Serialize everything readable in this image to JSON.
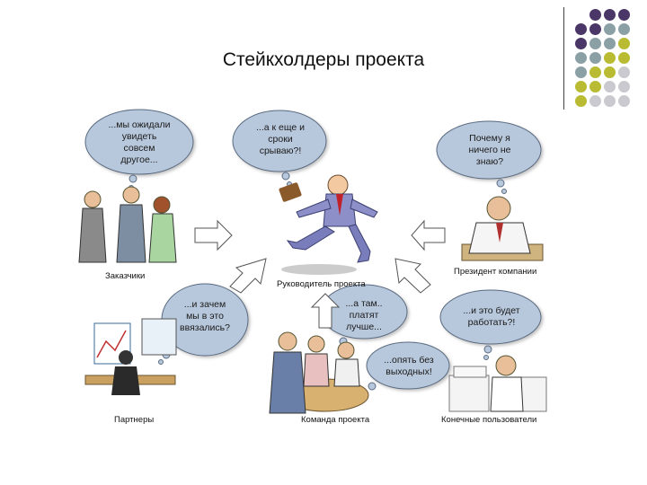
{
  "title": "Стейкхолдеры проекта",
  "palette": {
    "purple": "#4b3668",
    "gray": "#8aa0a4",
    "olive": "#b9bb33",
    "light": "#c9c9cf",
    "cloud": "#b8c8dc"
  },
  "bubbles": {
    "customers": [
      "...мы ожидали",
      "увидеть",
      "совсем",
      "другое..."
    ],
    "manager": [
      "...а к еще и",
      "сроки",
      "срываю?!"
    ],
    "president": [
      "Почему я",
      "ничего не",
      "знаю?"
    ],
    "partners": [
      "...и зачем",
      "мы в это",
      "ввязались?"
    ],
    "team": [
      "...а там..",
      "платят",
      "лучше..."
    ],
    "team2": [
      "...опять без",
      "выходных!"
    ],
    "users": [
      "...и это будет",
      "работать?!"
    ]
  },
  "captions": {
    "customers": "Заказчики",
    "manager": "Руководитель проекта",
    "president": "Президент компании",
    "partners": "Партнеры",
    "team": "Команда проекта",
    "users": "Конечные пользователи"
  }
}
